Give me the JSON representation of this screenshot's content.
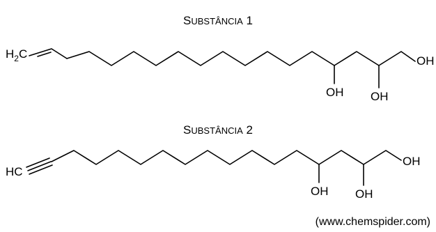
{
  "structures": [
    {
      "title": {
        "main": "S",
        "small": "UBSTÂNCIA",
        "num": " 1"
      },
      "terminal": {
        "H": "H",
        "sub": "2",
        "C": "C"
      },
      "oh_labels": [
        "OH",
        "OH",
        "OH"
      ]
    },
    {
      "title": {
        "main": "S",
        "small": "UBSTÂNCIA",
        "num": " 2"
      },
      "terminal": "HC",
      "oh_labels": [
        "OH",
        "OH",
        "OH"
      ]
    }
  ],
  "source": "(www.chemspider.com)"
}
